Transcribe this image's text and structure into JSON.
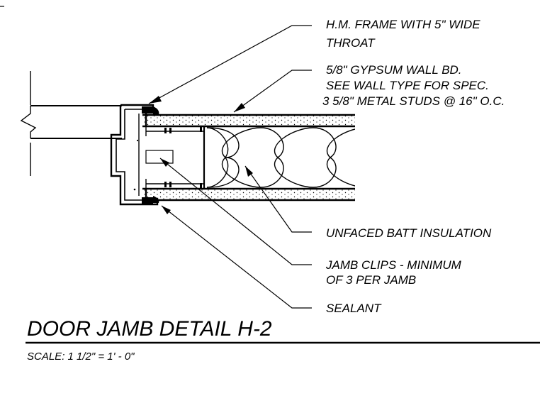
{
  "callouts": {
    "frame_line1": "H.M. FRAME WITH 5\" WIDE",
    "frame_line2": "THROAT",
    "gypsum_line1": "5/8\" GYPSUM WALL BD.",
    "gypsum_line2": "SEE WALL TYPE FOR SPEC.",
    "gypsum_line3": "3 5/8\" METAL STUDS @ 16\" O.C.",
    "insulation": "UNFACED BATT INSULATION",
    "clips_line1": "JAMB CLIPS - MINIMUM",
    "clips_line2": "OF 3 PER JAMB",
    "sealant": "SEALANT"
  },
  "title": {
    "main": "DOOR JAMB DETAIL H-2",
    "scale": "SCALE: 1 1/2\" = 1' - 0\""
  }
}
